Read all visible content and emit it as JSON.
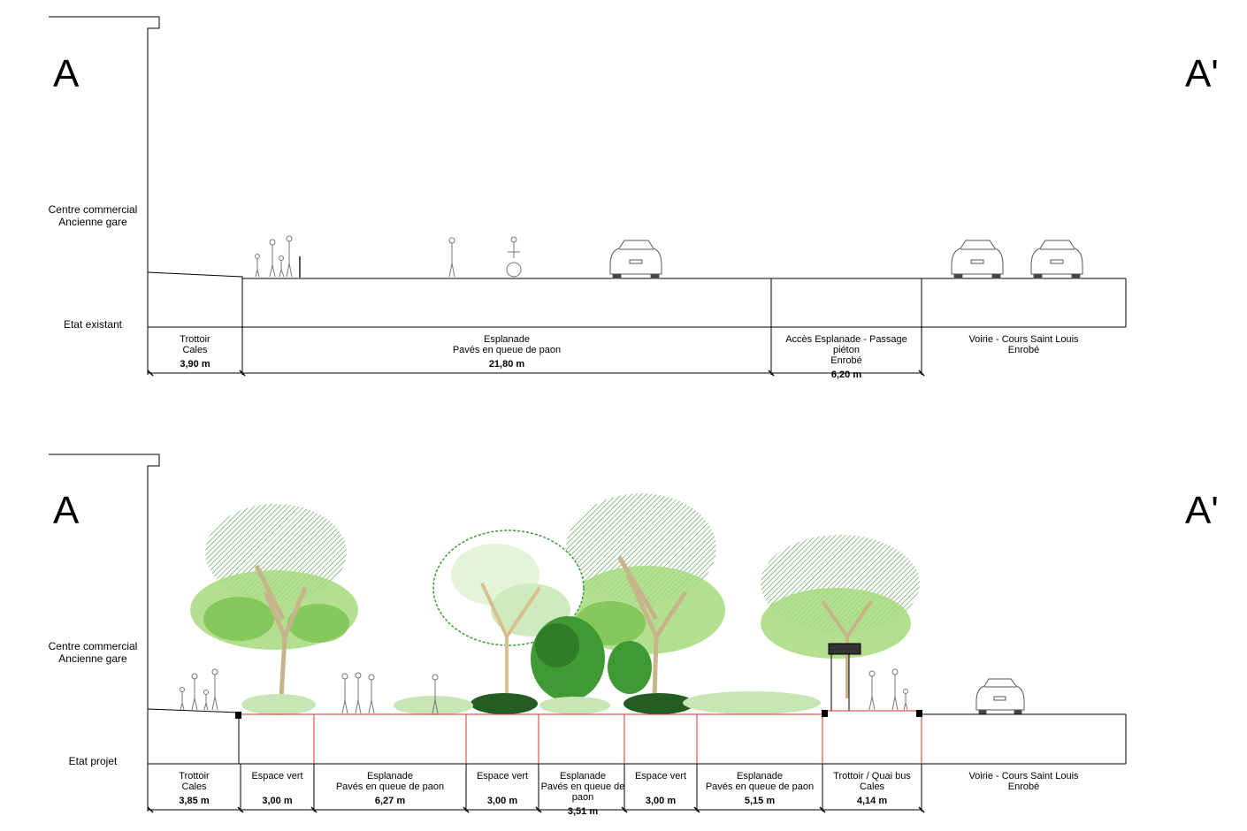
{
  "markers": {
    "start": "A",
    "end": "A'"
  },
  "existing": {
    "building_label": [
      "Centre commercial",
      "Ancienne gare"
    ],
    "state_label": "Etat existant",
    "segments": [
      {
        "title": [
          "Trottoir",
          "Cales"
        ],
        "dim": "3,90 m"
      },
      {
        "title": [
          "Esplanade",
          "Pavés en queue de paon"
        ],
        "dim": "21,80 m"
      },
      {
        "title": [
          "Accès Esplanade - Passage piéton",
          "Enrobé"
        ],
        "dim": "6,20 m"
      },
      {
        "title": [
          "Voirie - Cours Saint Louis",
          "Enrobé"
        ],
        "dim": ""
      }
    ]
  },
  "project": {
    "building_label": [
      "Centre commercial",
      "Ancienne gare"
    ],
    "state_label": "Etat projet",
    "segments": [
      {
        "title": [
          "Trottoir",
          "Cales"
        ],
        "dim": "3,85 m"
      },
      {
        "title": [
          "Espace vert"
        ],
        "dim": "3,00 m"
      },
      {
        "title": [
          "Esplanade",
          "Pavés en queue de paon"
        ],
        "dim": "6,27 m"
      },
      {
        "title": [
          "Espace vert"
        ],
        "dim": "3,00 m"
      },
      {
        "title": [
          "Esplanade",
          "Pavés en queue de paon"
        ],
        "dim": "3,51 m"
      },
      {
        "title": [
          "Espace vert"
        ],
        "dim": "3,00 m"
      },
      {
        "title": [
          "Esplanade",
          "Pavés en queue de paon"
        ],
        "dim": "5,15 m"
      },
      {
        "title": [
          "Trottoir / Quai bus",
          "Cales"
        ],
        "dim": "4,14 m"
      },
      {
        "title": [
          "Voirie - Cours Saint Louis",
          "Enrobé"
        ],
        "dim": ""
      }
    ]
  },
  "colors": {
    "line": "#000000",
    "red_edge": "#d9322b",
    "tree_dark": "#3f9a34",
    "tree_light": "#8ed05a",
    "shrub": "#c8e6b5"
  }
}
